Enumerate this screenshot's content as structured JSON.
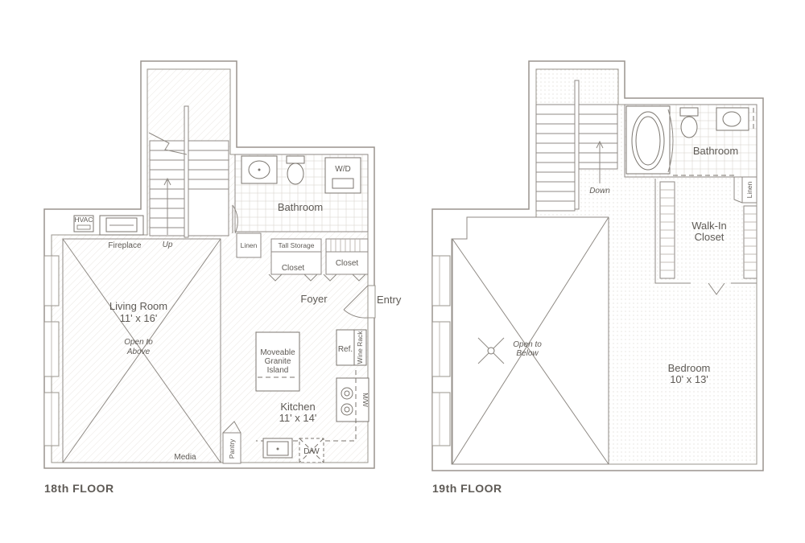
{
  "floors": [
    {
      "name": "18th FLOOR",
      "rooms": {
        "living_room": {
          "name": "Living Room",
          "size": "11' x 16'",
          "note_line1": "Open to",
          "note_line2": "Above"
        },
        "kitchen": {
          "name": "Kitchen",
          "size": "11' x 14'"
        },
        "bathroom": "Bathroom",
        "foyer": "Foyer",
        "entry": "Entry"
      },
      "fixtures": {
        "hvac": "HVAC",
        "fireplace": "Fireplace",
        "up": "Up",
        "wd": "W/D",
        "linen": "Linen",
        "tall_storage": "Tall Storage",
        "closet1": "Closet",
        "closet2": "Closet",
        "island_line1": "Moveable",
        "island_line2": "Granite",
        "island_line3": "Island",
        "ref": "Ref.",
        "wine_rack": "Wine Rack",
        "mw": "M/W",
        "dw": "D/W",
        "pantry": "Pantry",
        "media": "Media"
      }
    },
    {
      "name": "19th FLOOR",
      "rooms": {
        "bedroom": {
          "name": "Bedroom",
          "size": "10' x 13'"
        },
        "bathroom": "Bathroom",
        "walkin_line1": "Walk-In",
        "walkin_line2": "Closet",
        "open_line1": "Open to",
        "open_line2": "Below"
      },
      "fixtures": {
        "down": "Down",
        "linen": "Linen"
      }
    }
  ]
}
